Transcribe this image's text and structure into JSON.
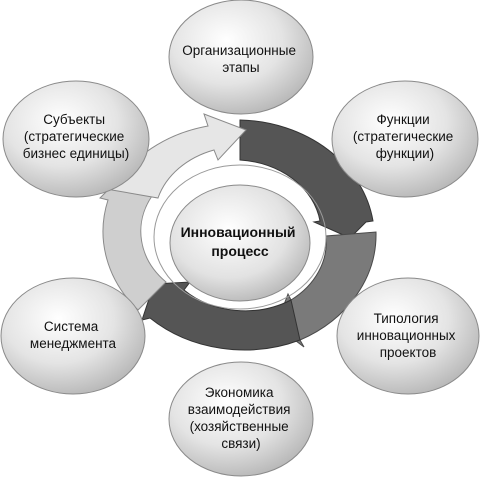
{
  "center": {
    "lines": [
      "Инновационный",
      "процесс"
    ]
  },
  "nodes": [
    {
      "key": "organizational",
      "lines": [
        "Организационные",
        "этапы"
      ]
    },
    {
      "key": "functions",
      "lines": [
        "Функции",
        "(стратегические",
        "функции)"
      ]
    },
    {
      "key": "typology",
      "lines": [
        "Типология",
        "инновационных",
        "проектов"
      ]
    },
    {
      "key": "economics",
      "lines": [
        "Экономика",
        "взаимодействия",
        "(хозяйственные",
        "связи)"
      ]
    },
    {
      "key": "management",
      "lines": [
        "Система",
        "менеджмента"
      ]
    },
    {
      "key": "subjects",
      "lines": [
        "Субъекты",
        "(стратегические",
        "бизнес единицы)"
      ]
    }
  ],
  "colors": {
    "arrow_dark": "#555555",
    "arrow_mid": "#7a7a7a",
    "arrow_light": "#cfcfcf",
    "arrow_lighter": "#e6e6e6",
    "node_fill": "#d9d9d9",
    "node_stroke": "#8a8a8a"
  }
}
